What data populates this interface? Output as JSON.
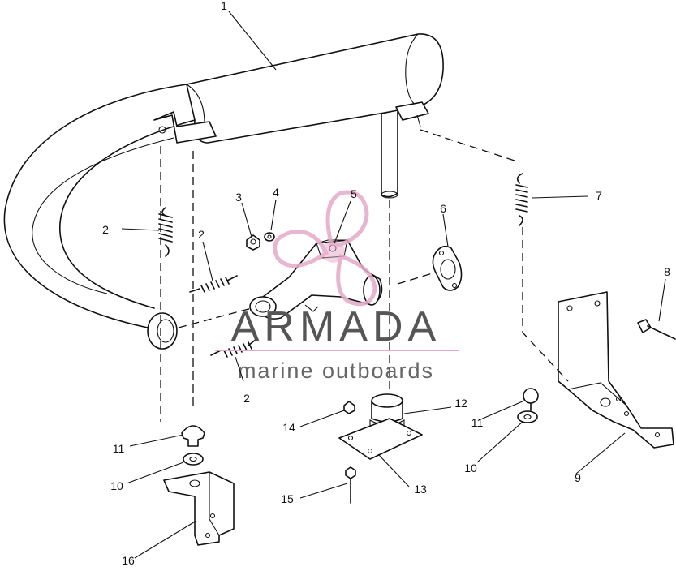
{
  "diagram": {
    "watermark": {
      "title": "ARMADA",
      "subtitle": "marine outboards",
      "logo_color": "#e4a9c8"
    },
    "callouts": {
      "c1": "1",
      "c2a": "2",
      "c2b": "2",
      "c2c": "2",
      "c3": "3",
      "c4": "4",
      "c5": "5",
      "c6": "6",
      "c7": "7",
      "c8": "8",
      "c9": "9",
      "c10a": "10",
      "c10b": "10",
      "c11a": "11",
      "c11b": "11",
      "c12": "12",
      "c13": "13",
      "c14": "14",
      "c15": "15",
      "c16": "16"
    }
  }
}
